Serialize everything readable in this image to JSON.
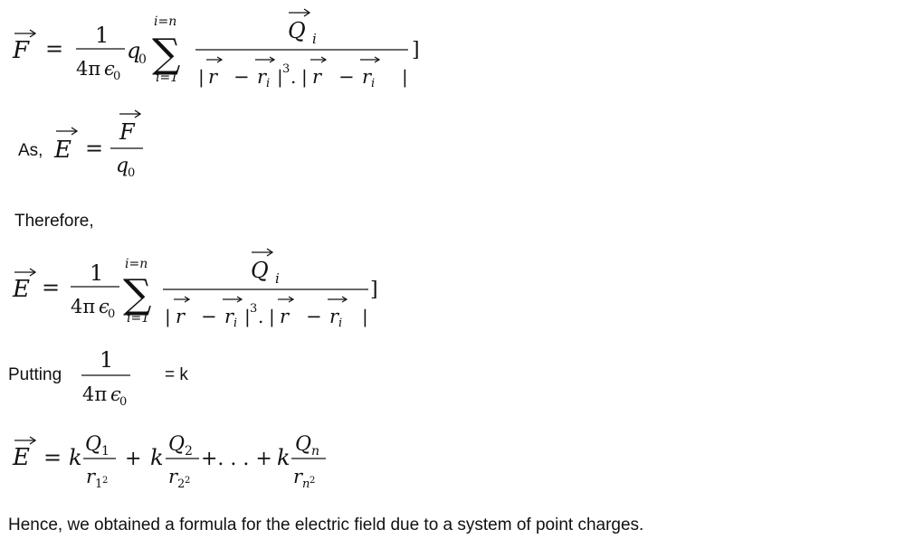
{
  "eq1": {
    "lhs": "F",
    "num_one": "1",
    "den_const": "4π",
    "den_eps": "ϵ",
    "den_sub": "0",
    "q": "q",
    "q_sub": "0",
    "sum_upper": "i=n",
    "sum_lower": "i=1",
    "frac_num": "Q",
    "frac_num_sub": "i",
    "r": "r",
    "ri": "r",
    "ri_sub": "i",
    "cube": "3",
    "dot": ".",
    "close_bracket": "]"
  },
  "as_prefix": "As,",
  "eq2": {
    "lhs": "E",
    "num": "F",
    "den": "q",
    "den_sub": "0"
  },
  "therefore": "Therefore,",
  "eq3": {
    "lhs": "E",
    "num_one": "1",
    "den_const": "4π",
    "den_eps": "ϵ",
    "den_sub": "0",
    "sum_upper": "i=n",
    "sum_lower": "i=1",
    "frac_num": "Q",
    "frac_num_sub": "i",
    "r": "r",
    "ri": "r",
    "ri_sub": "i",
    "cube": "3",
    "dot": ".",
    "close_bracket": "]"
  },
  "putting": {
    "prefix": "Putting",
    "num": "1",
    "den_const": "4π",
    "den_eps": "ϵ",
    "den_sub": "0",
    "suffix": "= k"
  },
  "eq4": {
    "lhs": "E",
    "k": "k",
    "q1": "Q",
    "q1_sub": "1",
    "r1": "r",
    "r1_sub": "1",
    "r1_exp": "2",
    "q2": "Q",
    "q2_sub": "2",
    "r2": "r",
    "r2_sub": "2",
    "r2_exp": "2",
    "dots": "+. . . +",
    "qn": "Q",
    "qn_sub": "n",
    "rn": "r",
    "rn_sub": "n",
    "rn_exp": "2"
  },
  "conclusion": "Hence, we obtained a formula for the electric field due to a system of point charges."
}
